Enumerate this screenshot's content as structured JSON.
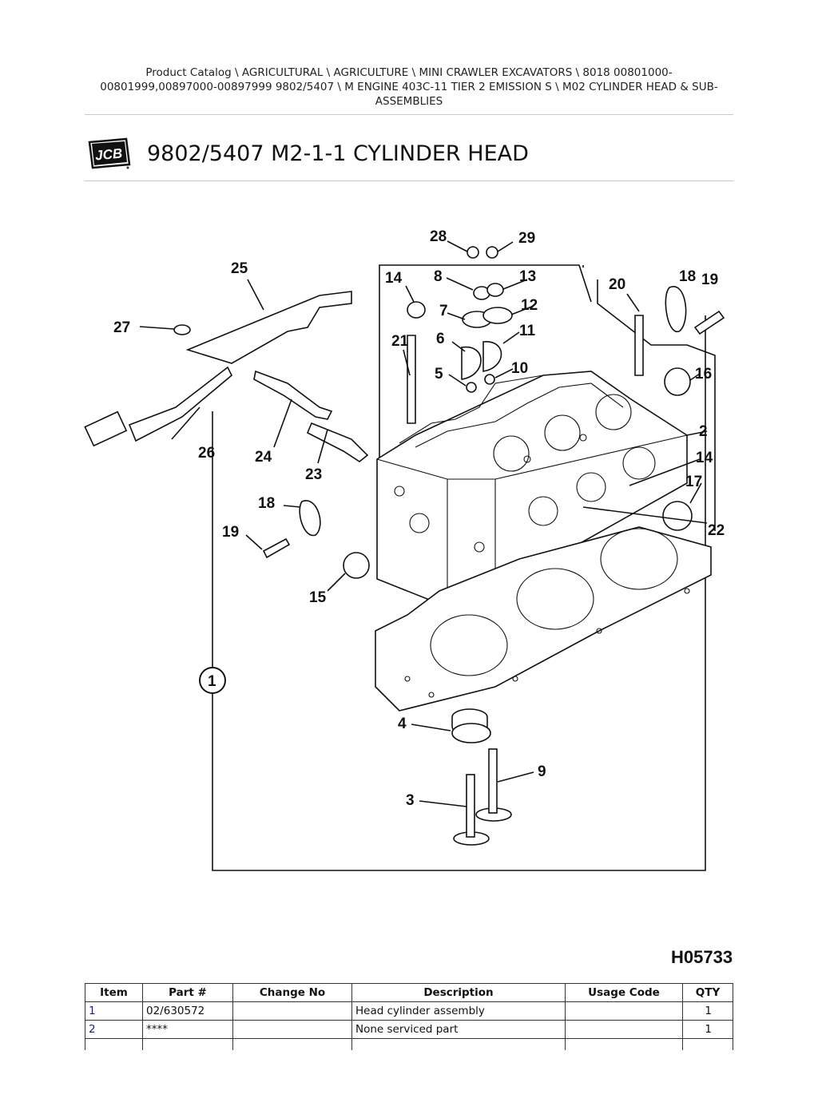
{
  "breadcrumb": {
    "line1": "Product Catalog  \\  AGRICULTURAL  \\  AGRICULTURE  \\  MINI CRAWLER EXCAVATORS  \\  8018 00801000-",
    "line2": "00801999,00897000-00897999 9802/5407  \\  M ENGINE 403C-11 TIER 2 EMISSION S  \\  M02 CYLINDER HEAD & SUB-",
    "line3": "ASSEMBLIES"
  },
  "brand": {
    "logo_text": "JCB"
  },
  "title": "9802/5407 M2-1-1 CYLINDER HEAD",
  "diagram": {
    "figure_code": "H05733",
    "callouts": [
      "1",
      "2",
      "3",
      "4",
      "5",
      "6",
      "7",
      "8",
      "9",
      "10",
      "11",
      "12",
      "13",
      "14",
      "14",
      "15",
      "16",
      "17",
      "18",
      "18",
      "19",
      "19",
      "20",
      "21",
      "22",
      "23",
      "24",
      "25",
      "26",
      "27",
      "28",
      "29"
    ]
  },
  "table": {
    "headers": [
      "Item",
      "Part #",
      "Change No",
      "Description",
      "Usage Code",
      "QTY"
    ],
    "rows": [
      {
        "item": "1",
        "part": "02/630572",
        "change": "",
        "description": "Head cylinder assembly",
        "usage": "",
        "qty": "1"
      },
      {
        "item": "2",
        "part": "****",
        "change": "",
        "description": "None serviced part",
        "usage": "",
        "qty": "1"
      }
    ]
  }
}
